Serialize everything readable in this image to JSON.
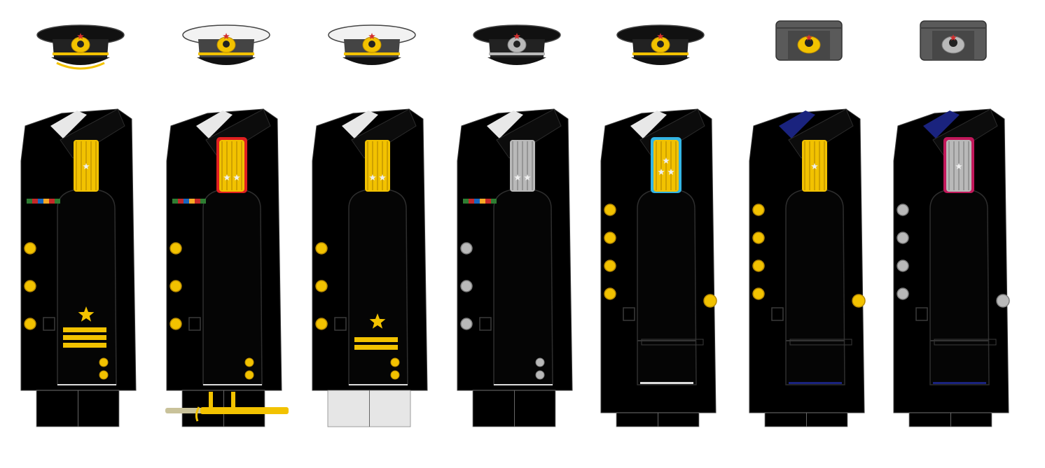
{
  "colors": {
    "background": "#ffffff",
    "jacket": "#000000",
    "jacket_outline": "#3a3a3a",
    "gold": "#f2c200",
    "gold_dark": "#b88a00",
    "silver": "#b9b9b9",
    "silver_dark": "#7d7d7d",
    "red_piping": "#e02020",
    "light_blue_piping": "#33b5e5",
    "navy_collar": "#1a237e",
    "crimson_piping": "#c2185b",
    "cap_white": "#f2f2f2",
    "cap_band_gray": "#555555",
    "fur_gray": "#5a5a5a",
    "trouser_light": "#e6e6e6"
  },
  "uniforms": [
    {
      "cap": "visor-black",
      "cap_emblem": "gold",
      "visor_leaves": true,
      "shoulder_board": "gold",
      "board_piping": "none",
      "board_stars": 1,
      "ribbons": true,
      "buttons": "gold",
      "button_count": 3,
      "sleeve_star": true,
      "sleeve_stripes": 3,
      "cuff_buttons": "gold",
      "belt_slit": false,
      "trousers": "black",
      "dirk": false,
      "collar": "white"
    },
    {
      "cap": "visor-white",
      "cap_emblem": "gold",
      "visor_leaves": false,
      "shoulder_board": "gold",
      "board_piping": "red",
      "board_stars": 2,
      "ribbons": true,
      "buttons": "gold",
      "button_count": 3,
      "sleeve_star": false,
      "sleeve_stripes": 0,
      "cuff_buttons": "gold",
      "belt_slit": false,
      "trousers": "black",
      "dirk": true,
      "collar": "white"
    },
    {
      "cap": "visor-white",
      "cap_emblem": "gold",
      "visor_leaves": false,
      "shoulder_board": "gold",
      "board_piping": "none",
      "board_stars": 2,
      "ribbons": false,
      "buttons": "gold",
      "button_count": 3,
      "sleeve_star": true,
      "sleeve_stripes": 2,
      "cuff_buttons": "gold",
      "belt_slit": false,
      "trousers": "light",
      "dirk": false,
      "collar": "white"
    },
    {
      "cap": "visor-black",
      "cap_emblem": "silver",
      "visor_leaves": false,
      "shoulder_board": "silver",
      "board_piping": "none",
      "board_stars": 2,
      "ribbons": true,
      "buttons": "silver",
      "button_count": 3,
      "sleeve_star": false,
      "sleeve_stripes": 0,
      "cuff_buttons": "silver",
      "belt_slit": false,
      "trousers": "black",
      "dirk": false,
      "collar": "white"
    },
    {
      "cap": "visor-black",
      "cap_emblem": "gold",
      "visor_leaves": false,
      "shoulder_board": "gold",
      "board_piping": "light-blue",
      "board_stars": 3,
      "ribbons": false,
      "buttons": "gold",
      "button_count": 4,
      "sleeve_star": false,
      "sleeve_stripes": 0,
      "cuff_buttons": "gold",
      "belt_slit": true,
      "trousers": "black",
      "dirk": false,
      "collar": "white",
      "overcoat": true
    },
    {
      "cap": "fur-hat",
      "cap_emblem": "gold",
      "visor_leaves": false,
      "shoulder_board": "gold",
      "board_piping": "none",
      "board_stars": 1,
      "ribbons": false,
      "buttons": "gold",
      "button_count": 4,
      "sleeve_star": false,
      "sleeve_stripes": 0,
      "cuff_buttons": "gold",
      "belt_slit": true,
      "trousers": "black",
      "dirk": false,
      "collar": "navy",
      "overcoat": true
    },
    {
      "cap": "fur-hat",
      "cap_emblem": "silver",
      "visor_leaves": false,
      "shoulder_board": "silver",
      "board_piping": "crimson",
      "board_stars": 1,
      "ribbons": false,
      "buttons": "silver",
      "button_count": 4,
      "sleeve_star": false,
      "sleeve_stripes": 0,
      "cuff_buttons": "silver",
      "belt_slit": true,
      "trousers": "black",
      "dirk": false,
      "collar": "navy",
      "overcoat": true
    }
  ]
}
